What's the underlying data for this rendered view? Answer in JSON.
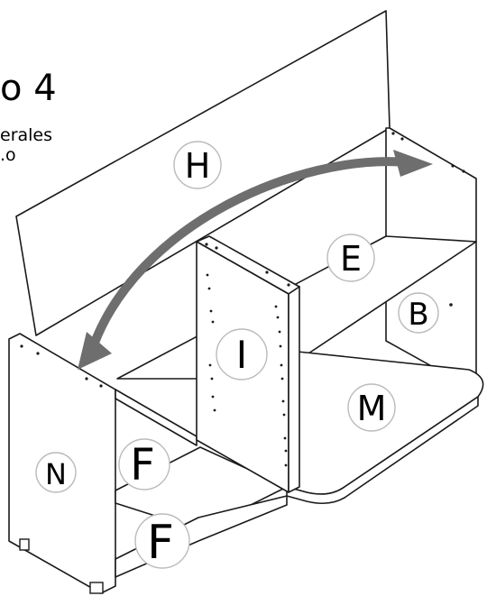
{
  "step": {
    "title": "o 4",
    "text_line1": "erales",
    "text_line2": "o."
  },
  "labels": {
    "H": "H",
    "E": "E",
    "B": "B",
    "I": "I",
    "M": "M",
    "N": "N",
    "F_upper": "F",
    "F_lower": "F"
  },
  "colors": {
    "arrow": "#6e6e6e",
    "outline": "#1a1a1a",
    "label_circle": "#bbbbbb"
  }
}
